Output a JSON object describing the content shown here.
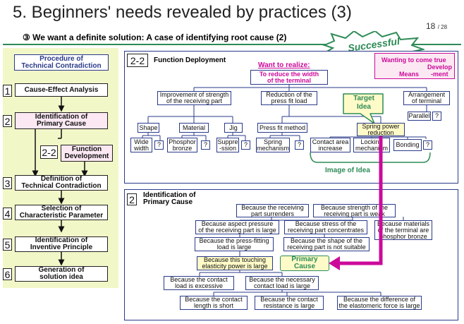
{
  "header": {
    "title": "5. Beginners' needs revealed by practices  (3)",
    "page": "18",
    "page_total": "/ 28",
    "subtitle": "③ We want a definite solution:  A case of identifying root cause (2)"
  },
  "badge": {
    "successful": "Successful"
  },
  "procedure": {
    "title_line1": "Procedure of",
    "title_line2": "Technical Contradiction",
    "steps": [
      {
        "num": "1",
        "label_line1": "Cause-Effect Analysis",
        "label_line2": ""
      },
      {
        "num": "2",
        "label_line1": "Identification of",
        "label_line2": "Primary Cause"
      },
      {
        "num": "2-2",
        "label_line1": "Function",
        "label_line2": "Development"
      },
      {
        "num": "3",
        "label_line1": "Definition of",
        "label_line2": "Technical Contradiction"
      },
      {
        "num": "4",
        "label_line1": "Selection of",
        "label_line2": "Characteristic Parameter"
      },
      {
        "num": "5",
        "label_line1": "Identification of",
        "label_line2": "Inventive  Principle"
      },
      {
        "num": "6",
        "label_line1": "Generation  of",
        "label_line2": "solution idea"
      }
    ]
  },
  "function_deployment": {
    "tag": "2-2",
    "title": "Function Deployment",
    "want": "Want to realize:",
    "root_line1": "To reduce the width",
    "root_line2": "of the terminal",
    "wanting_line1": "Wanting to come true",
    "wanting_means": "Means",
    "wanting_develop": "Develop",
    "wanting_ment": "-ment",
    "target_idea_line1": "Target",
    "target_idea_line2": "Idea",
    "image_of_idea": "Image of Idea",
    "l1": [
      {
        "line1": "Improvement of strength",
        "line2": "of the receiving part"
      },
      {
        "line1": "Reduction of the",
        "line2": "press fit load"
      },
      {
        "line1": "Arrangement",
        "line2": "of terminal"
      }
    ],
    "l2": {
      "shape": "Shape",
      "material": "Material",
      "jig": "Jig",
      "press_fit_method": "Press fit method",
      "spring_line1": "Spring power",
      "spring_line2": "reduction",
      "parallel": "Parallel",
      "q": "?"
    },
    "l3": {
      "wide_line1": "Wide",
      "wide_line2": "width",
      "phos_line1": "Phosphor",
      "phos_line2": "bronze",
      "supp_line1": "Suppre",
      "supp_line2": "-ssion",
      "springmech_line1": "Spring",
      "springmech_line2": "mechanism",
      "contact_line1": "Contact area",
      "contact_line2": "increase",
      "locking_line1": "Locking",
      "locking_line2": "mechanism",
      "bonding": "Bonding"
    }
  },
  "primary_cause_panel": {
    "tag": "2",
    "title_line1": "Identification of",
    "title_line2": "Primary Cause",
    "primary_label_line1": "Primary",
    "primary_label_line2": "Cause",
    "causes": {
      "surrenders_1": "Because the receiving",
      "surrenders_2": "part surrenders",
      "weak_1": "Because strength of the",
      "weak_2": "receiving part is weak",
      "aspect_1": "Because aspect pressure",
      "aspect_2": "of the receiving part is large",
      "stress_1": "Because stress of the",
      "stress_2": "receiving part concentrates",
      "materials_1": "Because materials",
      "materials_2": "of the terminal are",
      "materials_3": "phosphor bronze",
      "pressfit_1": "Because the press-fitting",
      "pressfit_2": "load is large",
      "shape_1": "Because the shape of the",
      "shape_2": "receiving part is not suitable",
      "touching_1": "Because this touching",
      "touching_2": "elasticity power is large",
      "excessive_1": "Because the contact",
      "excessive_2": "load is excessive",
      "necessary_1": "Because the necessary",
      "necessary_2": "contact load is large",
      "length_1": "Because the contact",
      "length_2": "length is short",
      "resistance_1": "Because the contact",
      "resistance_2": "resistance is large",
      "elastomeric_1": "Because the difference of",
      "elastomeric_2": "the elastomeric force is large"
    }
  },
  "colors": {
    "accent_green": "#2e8b57",
    "magenta": "#cc0a9a",
    "panel_blue": "#2a3a8a",
    "bg_yellow": "#f2f7c8",
    "callout_yellow": "#fffbc8"
  }
}
